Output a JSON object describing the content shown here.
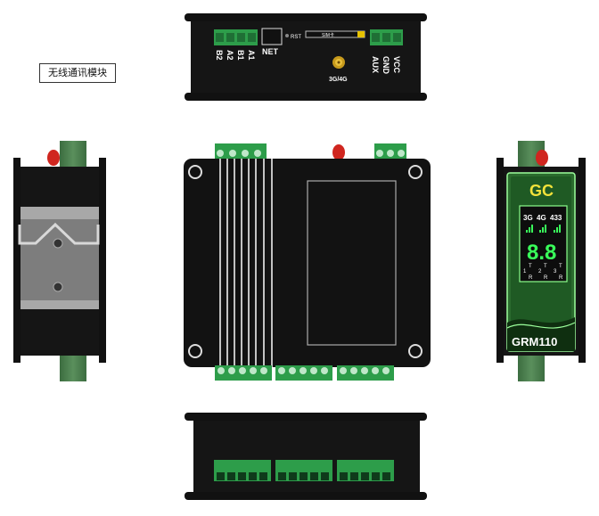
{
  "caption": "无线通讯模块",
  "top_view": {
    "left_terminals": [
      "B2",
      "A2",
      "B1",
      "A1"
    ],
    "right_terminals": [
      "AUX",
      "GND",
      "VCC"
    ],
    "net_label": "NET",
    "rst_label": "RST",
    "sim_label": "SIM卡",
    "antenna_label": "3G/4G"
  },
  "right_view": {
    "logo": "GC",
    "signal_labels": [
      "3G",
      "4G",
      "433"
    ],
    "digits": "8.8",
    "tr_labels": [
      "T",
      "T",
      "T"
    ],
    "rr_labels": [
      "R",
      "R",
      "R"
    ],
    "index_labels": [
      "1",
      "2",
      "3"
    ],
    "model": "GRM110"
  },
  "colors": {
    "body": "#121212",
    "terminal_green": "#2d9d4a",
    "display_green": "#39ff5a",
    "antenna_red": "#d0261f"
  }
}
